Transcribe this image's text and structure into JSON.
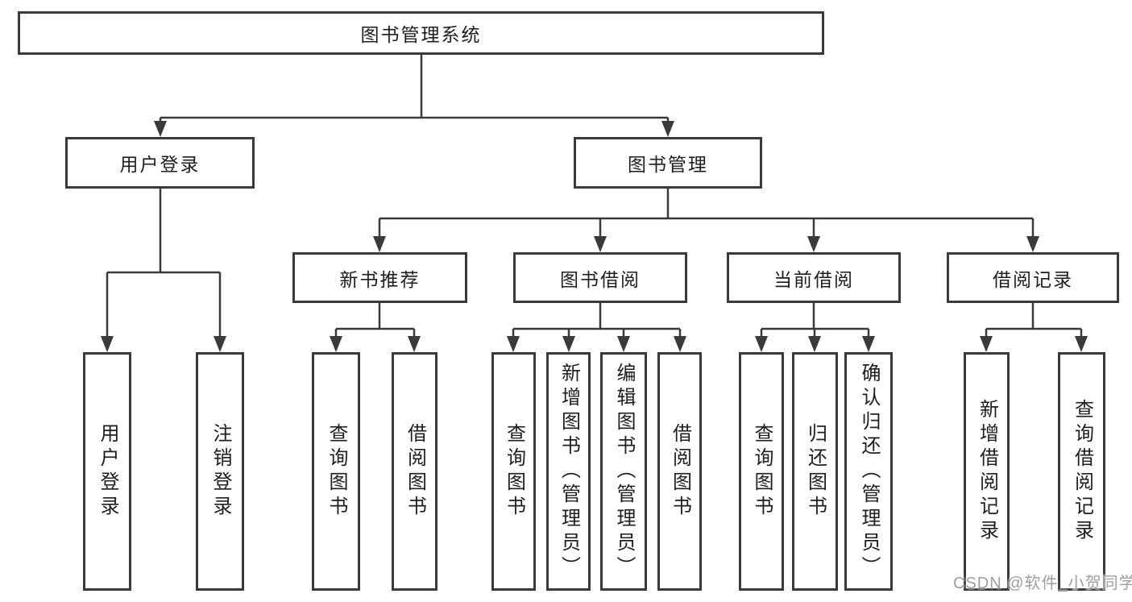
{
  "nodes": {
    "root": "图书管理系统",
    "level2": {
      "user_login": "用户登录",
      "book_mgmt": "图书管理"
    },
    "level3": {
      "new_books": "新书推荐",
      "book_borrow": "图书借阅",
      "current_borrow": "当前借阅",
      "borrow_records": "借阅记录"
    },
    "leaves": {
      "user_login": [
        "用户登录",
        "注销登录"
      ],
      "new_books": [
        "查询图书",
        "借阅图书"
      ],
      "book_borrow": [
        "查询图书",
        "新增图书（管理员）",
        "编辑图书（管理员）",
        "借阅图书"
      ],
      "current_borrow": [
        "查询图书",
        "归还图书",
        "确认归还（管理员）"
      ],
      "borrow_records": [
        "新增借阅记录",
        "查询借阅记录"
      ]
    }
  },
  "watermark": "CSDN @软件_小贺同学",
  "colors": {
    "line": "#3a3a3a",
    "border": "#3a3a3a",
    "text": "#1e1e1e",
    "background": "#ffffff",
    "watermark": "#9e9e9e"
  }
}
